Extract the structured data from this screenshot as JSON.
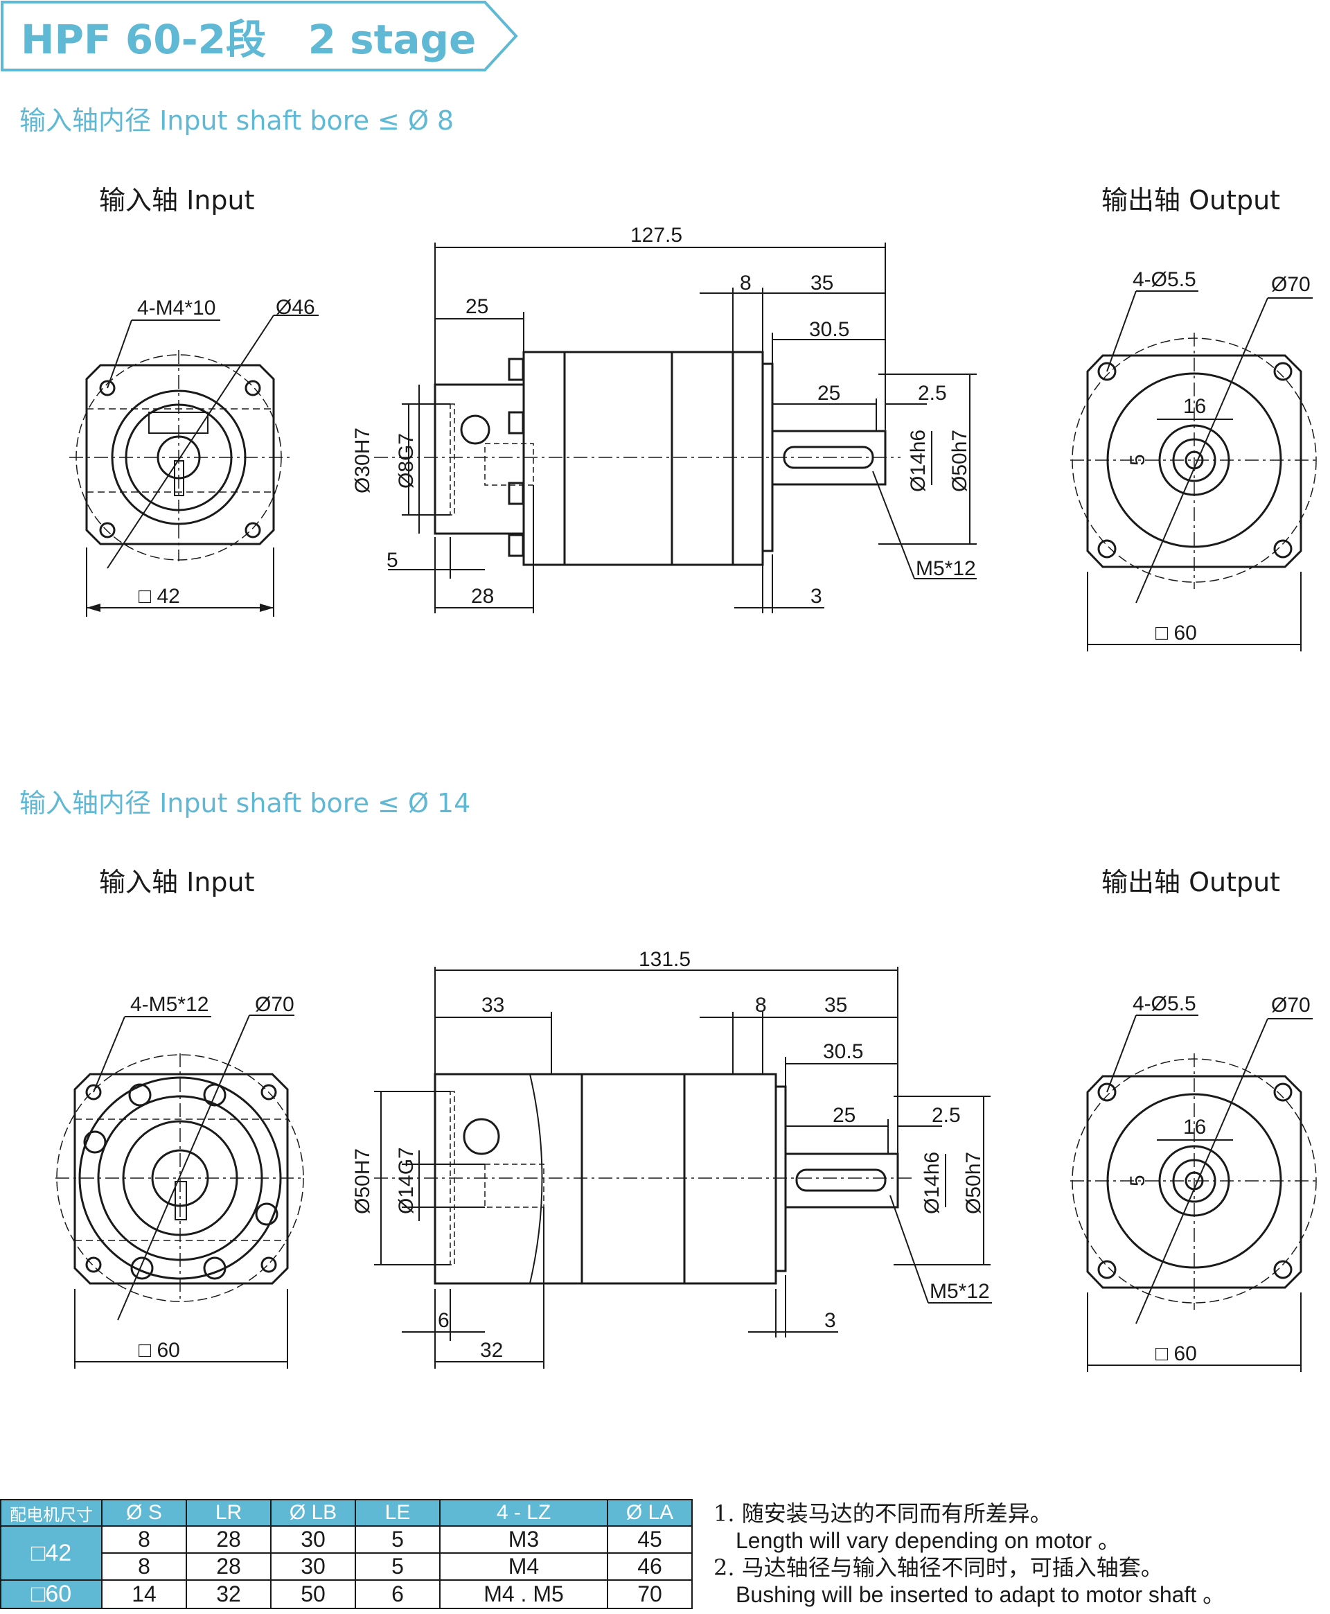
{
  "header": {
    "title": "HPF 60-2段   2 stage"
  },
  "section1": {
    "subtitle": "输入轴内径 Input shaft bore ≤ Ø 8",
    "input_label": "输入轴  Input",
    "output_label": "输出轴  Output",
    "dims": {
      "overall": "127.5",
      "d8": "8",
      "d35": "35",
      "d30_5": "30.5",
      "d25_top": "25",
      "d25_shaft": "25",
      "d2_5": "2.5",
      "d5": "5",
      "d28": "28",
      "d3": "3",
      "bore30": "Ø30H7",
      "bore8": "Ø8G7",
      "shaft14": "Ø14h6",
      "pilot50": "Ø50h7",
      "thread": "M5*12",
      "holes_in": "4-M4*10",
      "pcd_in": "Ø46",
      "sq_in": "□ 42",
      "holes_out": "4-Ø5.5",
      "pcd_out": "Ø70",
      "sq_out": "□ 60",
      "key16": "16",
      "key5": "5"
    }
  },
  "section2": {
    "subtitle": "输入轴内径 Input shaft bore ≤ Ø 14",
    "input_label": "输入轴  Input",
    "output_label": "输出轴  Output",
    "dims": {
      "overall": "131.5",
      "d33": "33",
      "d8": "8",
      "d35": "35",
      "d30_5": "30.5",
      "d25_shaft": "25",
      "d2_5": "2.5",
      "d6": "6",
      "d32": "32",
      "d3": "3",
      "bore50": "Ø50H7",
      "bore14": "Ø14G7",
      "shaft14": "Ø14h6",
      "pilot50": "Ø50h7",
      "thread": "M5*12",
      "holes_in": "4-M5*12",
      "pcd_in": "Ø70",
      "sq_in": "□ 60",
      "holes_out": "4-Ø5.5",
      "pcd_out": "Ø70",
      "sq_out": "□ 60",
      "key16": "16",
      "key5": "5"
    }
  },
  "table": {
    "headers": [
      "配电机尺寸",
      "Ø S",
      "LR",
      "Ø LB",
      "LE",
      "4 - LZ",
      "Ø LA"
    ],
    "motor_42": "□42",
    "motor_60": "□60",
    "rows": [
      [
        "8",
        "28",
        "30",
        "5",
        "M3",
        "45"
      ],
      [
        "8",
        "28",
        "30",
        "5",
        "M4",
        "46"
      ],
      [
        "14",
        "32",
        "50",
        "6",
        "M4 . M5",
        "70"
      ]
    ]
  },
  "notes": {
    "n1_cn": "1. 随安装马达的不同而有所差异。",
    "n1_en": "Length will vary depending on motor 。",
    "n2_cn": "2. 马达轴径与输入轴径不同时，可插入轴套。",
    "n2_en": "Bushing will be inserted to adapt to motor shaft 。"
  },
  "colors": {
    "accent": "#5fb8d4",
    "ink": "#1a1a1a"
  }
}
